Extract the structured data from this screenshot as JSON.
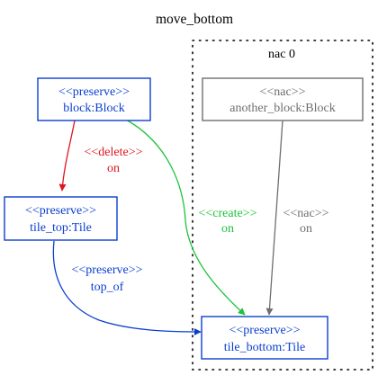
{
  "title": "move_bottom",
  "nac_cluster": {
    "label": "nac 0"
  },
  "nodes": {
    "block": {
      "stereotype": "<<preserve>>",
      "name": "block:Block",
      "color": "#0a3fcf"
    },
    "another_block": {
      "stereotype": "<<nac>>",
      "name": "another_block:Block",
      "color": "#6e6e6e"
    },
    "tile_top": {
      "stereotype": "<<preserve>>",
      "name": "tile_top:Tile",
      "color": "#0a3fcf"
    },
    "tile_bottom": {
      "stereotype": "<<preserve>>",
      "name": "tile_bottom:Tile",
      "color": "#0a3fcf"
    }
  },
  "edges": {
    "delete_on": {
      "stereotype": "<<delete>>",
      "label": "on",
      "color": "#e0141e"
    },
    "create_on": {
      "stereotype": "<<create>>",
      "label": "on",
      "color": "#1bc43a"
    },
    "nac_on": {
      "stereotype": "<<nac>>",
      "label": "on",
      "color": "#6e6e6e"
    },
    "preserve_top_of": {
      "stereotype": "<<preserve>>",
      "label": "top_of",
      "color": "#0a3fcf"
    }
  }
}
